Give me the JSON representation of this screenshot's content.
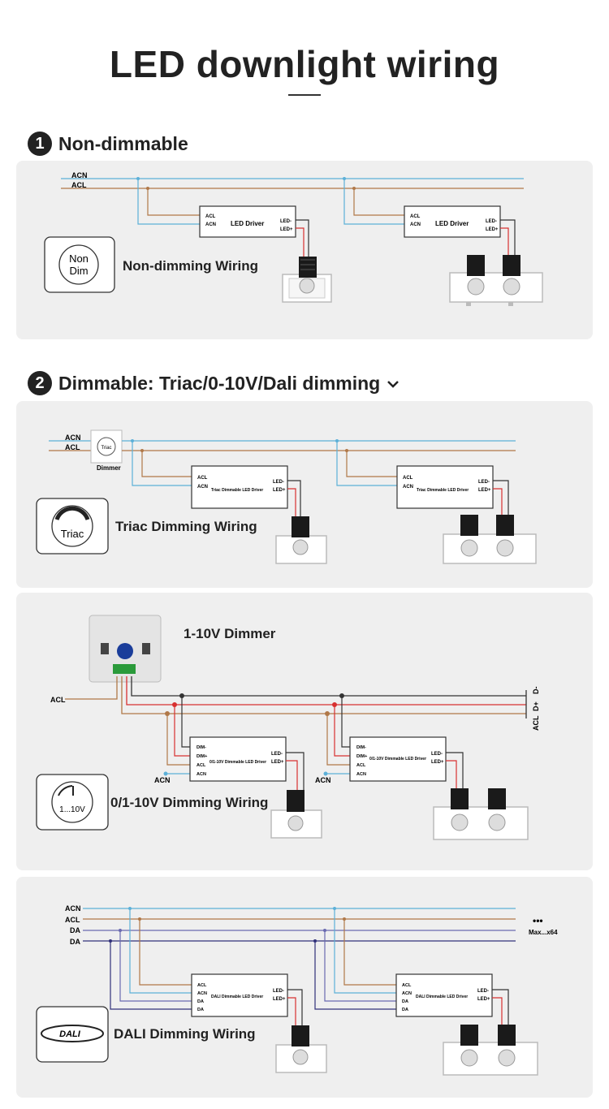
{
  "title": "LED downlight wiring",
  "section1": {
    "number": "1",
    "heading": "Non-dimmable"
  },
  "section2": {
    "number": "2",
    "heading": "Dimmable: Triac/0-10V/Dali dimming"
  },
  "panel1": {
    "lines": [
      "ACN",
      "ACL"
    ],
    "icon_text": [
      "Non",
      "Dim"
    ],
    "wiring_label": "Non-dimming Wiring",
    "driver_name": "LED Driver",
    "driver_inputs": [
      "ACL",
      "ACN"
    ],
    "driver_outputs": [
      "LED-",
      "LED+"
    ]
  },
  "panel2": {
    "lines": [
      "ACN",
      "ACL"
    ],
    "dimmer_icon_text": "Triac",
    "dimmer_label": "Dimmer",
    "icon_text": "Triac",
    "wiring_label": "Triac Dimming Wiring",
    "driver_name": "Triac Dimmable LED Driver",
    "driver_inputs": [
      "ACL",
      "ACN"
    ],
    "driver_outputs": [
      "LED-",
      "LED+"
    ]
  },
  "panel3": {
    "dimmer_title": "1-10V Dimmer",
    "acl_label": "ACL",
    "right_labels": [
      "D-",
      "D+",
      "ACL"
    ],
    "acn_label": "ACN",
    "icon_text": "1...10V",
    "wiring_label": "0/1-10V Dimming Wiring",
    "driver_name": "0/1-10V Dimmable LED Driver",
    "driver_inputs": [
      "DIM-",
      "DIM+",
      "ACL",
      "ACN"
    ],
    "driver_outputs": [
      "LED-",
      "LED+"
    ]
  },
  "panel4": {
    "lines": [
      "ACN",
      "ACL",
      "DA",
      "DA"
    ],
    "more": "•••",
    "max_label": "Max...x64",
    "icon_text": "DALI",
    "wiring_label": "DALI Dimming Wiring",
    "driver_name": "DALI Dimmable LED Driver",
    "driver_inputs": [
      "ACL",
      "ACN",
      "DA",
      "DA"
    ],
    "driver_outputs": [
      "LED-",
      "LED+"
    ]
  },
  "colors": {
    "acn": "#5cb0d8",
    "acl": "#b07848",
    "led_plus": "#d83030",
    "led_minus": "#333333",
    "da": "#6a6ab0",
    "panel_bg": "#efefef"
  }
}
